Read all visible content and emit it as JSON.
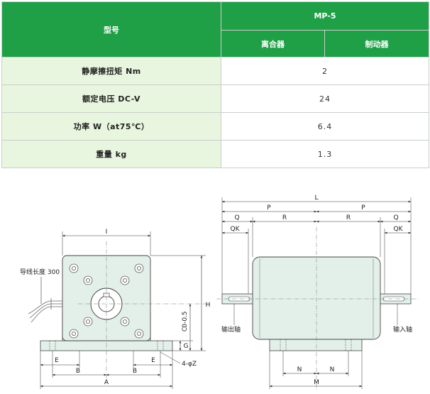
{
  "table": {
    "header_model_label": "型号",
    "model": "MP-5",
    "sub_clutch": "离合器",
    "sub_brake": "制动器",
    "rows": [
      {
        "label": "静摩擦扭矩 Nm",
        "value": "2"
      },
      {
        "label": "额定电压 DC-V",
        "value": "24"
      },
      {
        "label": "功率 W（at75℃）",
        "value": "6.4"
      },
      {
        "label": "重量 kg",
        "value": "1.3"
      }
    ]
  },
  "drawing_left": {
    "dim_I": "I",
    "dim_H": "H",
    "dim_C": "C",
    "dim_C_tol": "0-0.5",
    "dim_G": "G",
    "dim_E_left": "E",
    "dim_E_right": "E",
    "dim_B_left": "B",
    "dim_B_right": "B",
    "dim_A": "A",
    "hole_label": "4-φZ",
    "lead_label": "导线长度 300"
  },
  "drawing_right": {
    "dim_L": "L",
    "dim_P_left": "P",
    "dim_P_right": "P",
    "dim_Q_left": "Q",
    "dim_Q_right": "Q",
    "dim_QK_left": "QK",
    "dim_QK_right": "QK",
    "dim_R_left": "R",
    "dim_R_right": "R",
    "dim_N_left": "N",
    "dim_N_right": "N",
    "dim_M": "M",
    "output_shaft": "输出轴",
    "input_shaft": "输入轴"
  }
}
